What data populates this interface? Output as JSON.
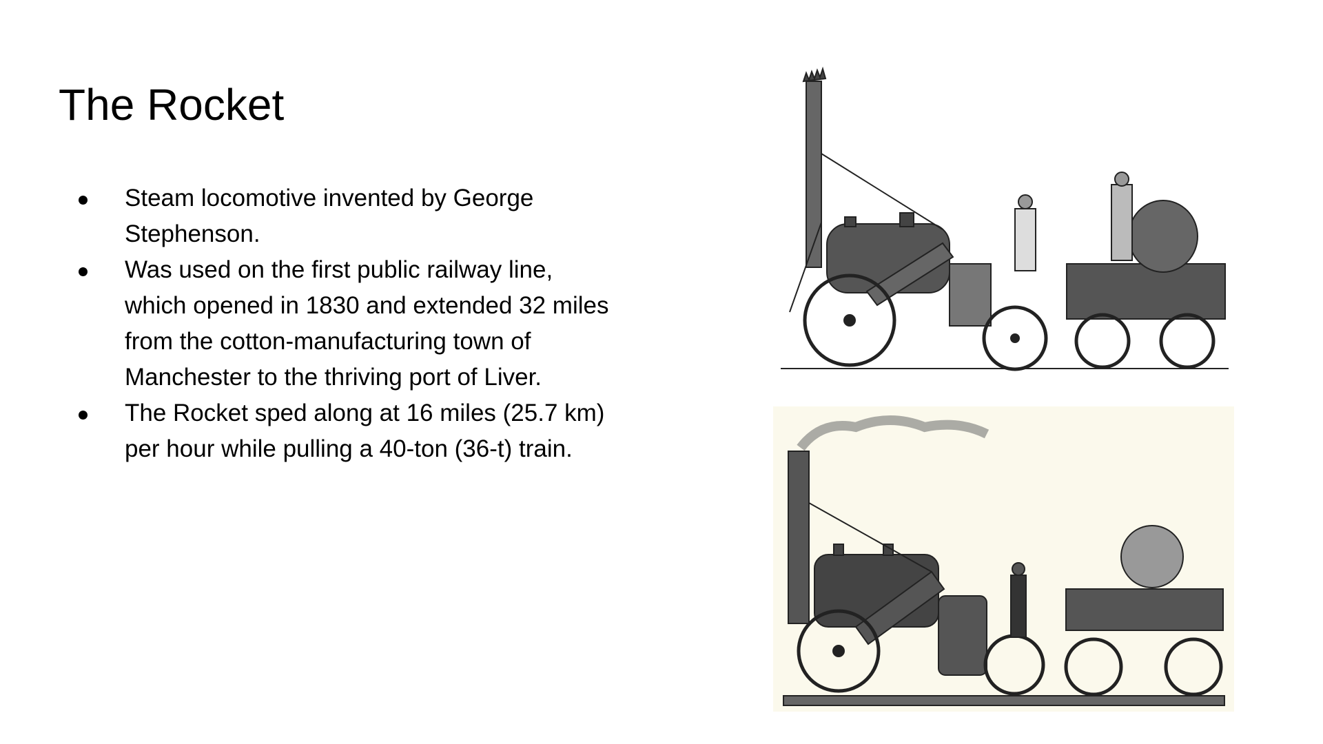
{
  "slide": {
    "title": "The Rocket",
    "bullets": [
      "Steam locomotive invented by George Stephenson.",
      "Was used on the first public railway line, which opened in 1830 and extended 32 miles from the cotton-manufacturing town of Manchester to the thriving port of Liver.",
      "The Rocket sped along at 16 miles (25.7 km) per hour while pulling a 40-ton (36-t) train."
    ]
  },
  "images": [
    {
      "name": "rocket-locomotive-engraving-1",
      "style": "black-and-white line drawing"
    },
    {
      "name": "rocket-locomotive-engraving-2",
      "style": "cream background engraving"
    }
  ]
}
